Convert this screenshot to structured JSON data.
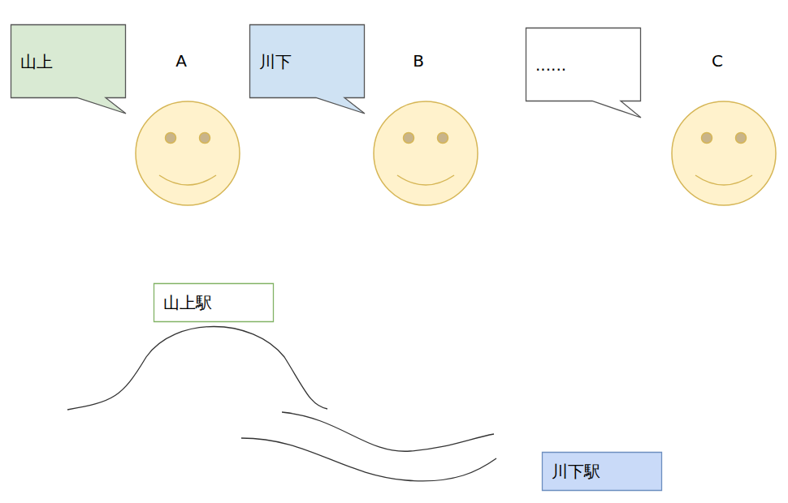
{
  "diagram": {
    "nodes": [
      {
        "text": [
          "山上"
        ]
      },
      {
        "text": [
          "川下"
        ]
      },
      {
        "text": [
          "......"
        ]
      },
      {
        "text": [
          "山上駅"
        ]
      },
      {
        "text": [
          "川下駅"
        ]
      }
    ],
    "labels": [
      "A",
      "B",
      "C"
    ]
  }
}
